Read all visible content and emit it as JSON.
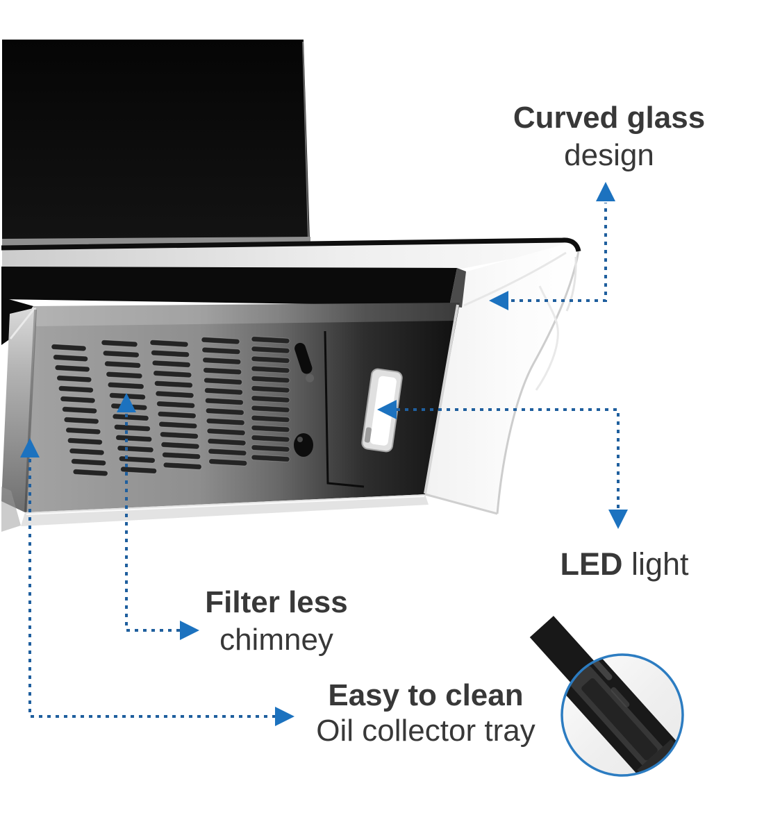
{
  "page": {
    "background": "#ffffff",
    "kind": "product-feature-callout-graphic"
  },
  "colors": {
    "arrow_line": "#1f5f9e",
    "arrow_head": "#1c72bf",
    "inset_ring": "#2c7cc1",
    "label_text": "#383838"
  },
  "annotations": {
    "curved_glass": {
      "bold": "Curved glass",
      "regular": "design"
    },
    "led": {
      "bold": "LED",
      "regular": "light"
    },
    "filterless": {
      "bold": "Filter less",
      "regular": "chimney"
    },
    "oil_tray": {
      "bold": "Easy to clean",
      "regular": "Oil collector tray"
    }
  },
  "icons": [
    "up-arrow-icon",
    "down-arrow-icon",
    "left-arrow-icon",
    "right-arrow-icon",
    "magnifier-inset-circle-icon"
  ]
}
